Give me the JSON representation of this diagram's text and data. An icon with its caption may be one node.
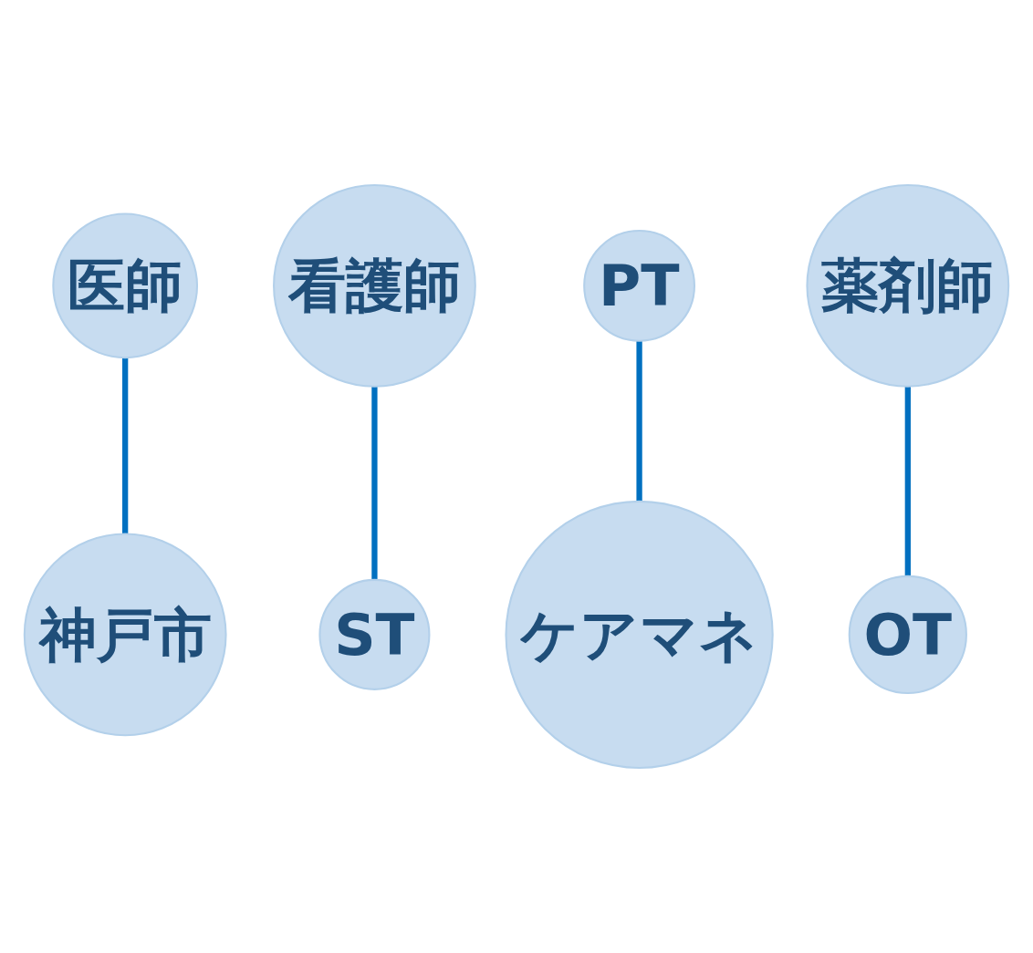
{
  "diagram": {
    "nodes": [
      {
        "text": [
          "医師"
        ]
      },
      {
        "text": [
          "看護師"
        ]
      },
      {
        "text": [
          "PT"
        ]
      },
      {
        "text": [
          "薬剤師"
        ]
      },
      {
        "text": [
          "OT"
        ]
      },
      {
        "text": [
          "ケアマネ"
        ]
      },
      {
        "text": [
          "ST"
        ]
      },
      {
        "text": [
          "神戸市"
        ]
      }
    ],
    "edges": [
      {
        "from": 0,
        "to": 7,
        "arrow": "none"
      },
      {
        "from": 1,
        "to": 6,
        "arrow": "none"
      },
      {
        "from": 2,
        "to": 5,
        "arrow": "none"
      },
      {
        "from": 3,
        "to": 4,
        "arrow": "none"
      }
    ]
  }
}
